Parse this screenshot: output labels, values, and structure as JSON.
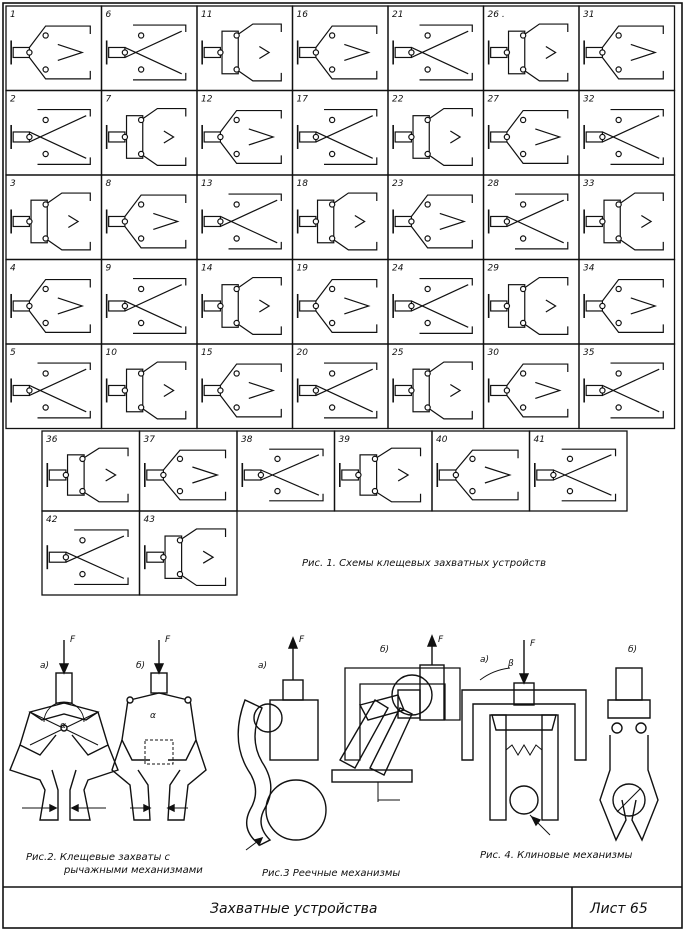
{
  "grid_cells": [
    "1",
    "6",
    "11",
    "16",
    "21",
    "26 .",
    "31",
    "2",
    "7",
    "12",
    "17",
    "22",
    "27",
    "32",
    "3",
    "8",
    "13",
    "18",
    "23",
    "28",
    "33",
    "4",
    "9",
    "14",
    "19",
    "24",
    "29",
    "34",
    "5",
    "10",
    "15",
    "20",
    "25",
    "30",
    "35"
  ],
  "row_cells_a": [
    "36",
    "37",
    "38",
    "39",
    "40",
    "41"
  ],
  "row_cells_b": [
    "42",
    "43"
  ],
  "fig1_caption": "Рис. 1. Схемы клещевых захватных устройств",
  "fig2": {
    "label_a": "а)",
    "label_b": "б)",
    "force": "F",
    "angle": "α",
    "caption_line1": "Рис.2. Клещевые захваты с",
    "caption_line2": "рычажными механизмами"
  },
  "fig3": {
    "label_a": "а)",
    "label_b": "б)",
    "force": "F",
    "caption": "Рис.3 Реечные механизмы"
  },
  "fig4": {
    "label_a": "а)",
    "label_b": "б)",
    "force": "F",
    "angle": "β",
    "caption": "Рис. 4. Клиновые механизмы"
  },
  "title_block": {
    "title": "Захватные устройства",
    "sheet": "Лист 65"
  }
}
